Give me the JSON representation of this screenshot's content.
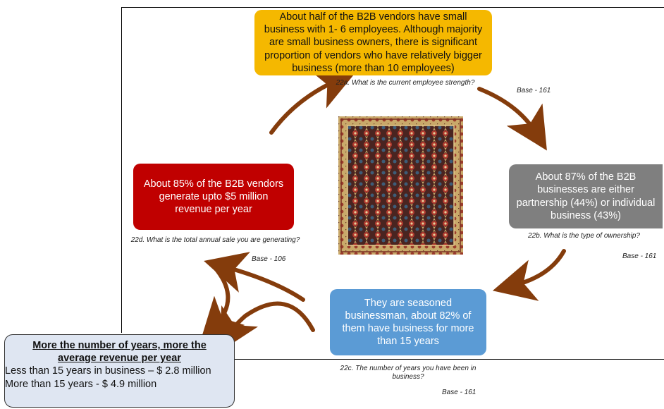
{
  "boxes": {
    "employee": {
      "text": "About half of the B2B vendors have small business with 1- 6 employees. Although majority are small business owners, there is significant proportion of vendors who have relatively bigger business (more than 10 employees)",
      "color": "#f5b800"
    },
    "ownership": {
      "text": "About  87% of the B2B businesses are either partnership (44%) or individual business (43%)",
      "color": "#7f7f7f"
    },
    "years": {
      "text": "They are seasoned businessman, about 82% of them have business for more than 15 years",
      "color": "#5b9bd5"
    },
    "revenue": {
      "text": "About 85% of the B2B vendors generate upto $5 million revenue per year",
      "color": "#c00000"
    }
  },
  "questions": {
    "q22a": "22a. What is the current employee strength?",
    "q22b": "22b. What is the type of ownership?",
    "q22c": "22c. The number of years you have been in business?",
    "q22d": "22d. What is the total annual sale you are generating?"
  },
  "bases": {
    "a": "Base - 161",
    "b": "Base - 161",
    "c": "Base - 161",
    "d": "Base - 106"
  },
  "summary": {
    "title": "More the number of years, more the average revenue per year",
    "line1": "Less than 15 years in business – $ 2.8 million",
    "line2": "More than 15 years - $ 4.9 million"
  },
  "colors": {
    "arrow": "#843c0c",
    "rug_field": "#5a2a22",
    "rug_border": "#c9a96a"
  },
  "icons": {
    "center_image": "persian-rug-image"
  }
}
